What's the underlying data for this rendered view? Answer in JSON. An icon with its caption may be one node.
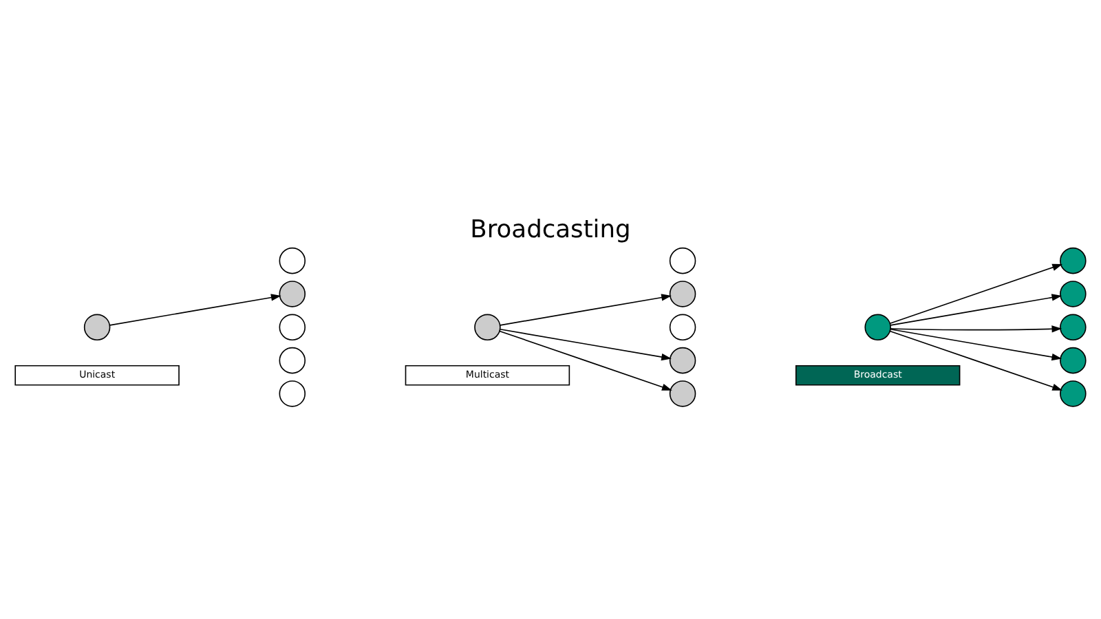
{
  "diagram": {
    "title": "Broadcasting",
    "nodes": [
      {
        "text": [],
        "shape": "circle"
      },
      {
        "text": [],
        "shape": "circle"
      },
      {
        "text": [],
        "shape": "circle"
      },
      {
        "text": [],
        "shape": "circle"
      },
      {
        "text": [],
        "shape": "circle"
      },
      {
        "text": [],
        "shape": "circle"
      },
      {
        "text": [
          "Unicast"
        ]
      },
      {
        "text": [],
        "shape": "circle"
      },
      {
        "text": [],
        "shape": "circle"
      },
      {
        "text": [],
        "shape": "circle"
      },
      {
        "text": [],
        "shape": "circle"
      },
      {
        "text": [],
        "shape": "circle"
      },
      {
        "text": [],
        "shape": "circle"
      },
      {
        "text": [
          "Multicast"
        ]
      },
      {
        "text": [],
        "shape": "circle"
      },
      {
        "text": [],
        "shape": "circle"
      },
      {
        "text": [],
        "shape": "circle"
      },
      {
        "text": [],
        "shape": "circle"
      },
      {
        "text": [],
        "shape": "circle"
      },
      {
        "text": [],
        "shape": "circle"
      },
      {
        "text": [
          "Broadcast"
        ]
      }
    ],
    "edges": [
      {
        "from": 0,
        "to": 2,
        "arrow": "to"
      },
      {
        "from": 7,
        "to": 9,
        "arrow": "to"
      },
      {
        "from": 7,
        "to": 11,
        "arrow": "to"
      },
      {
        "from": 7,
        "to": 12,
        "arrow": "to"
      },
      {
        "from": 14,
        "to": 15,
        "arrow": "to"
      },
      {
        "from": 14,
        "to": 16,
        "arrow": "to"
      },
      {
        "from": 14,
        "to": 17,
        "arrow": "to"
      },
      {
        "from": 14,
        "to": 18,
        "arrow": "to"
      },
      {
        "from": 14,
        "to": 19,
        "arrow": "to"
      }
    ]
  }
}
